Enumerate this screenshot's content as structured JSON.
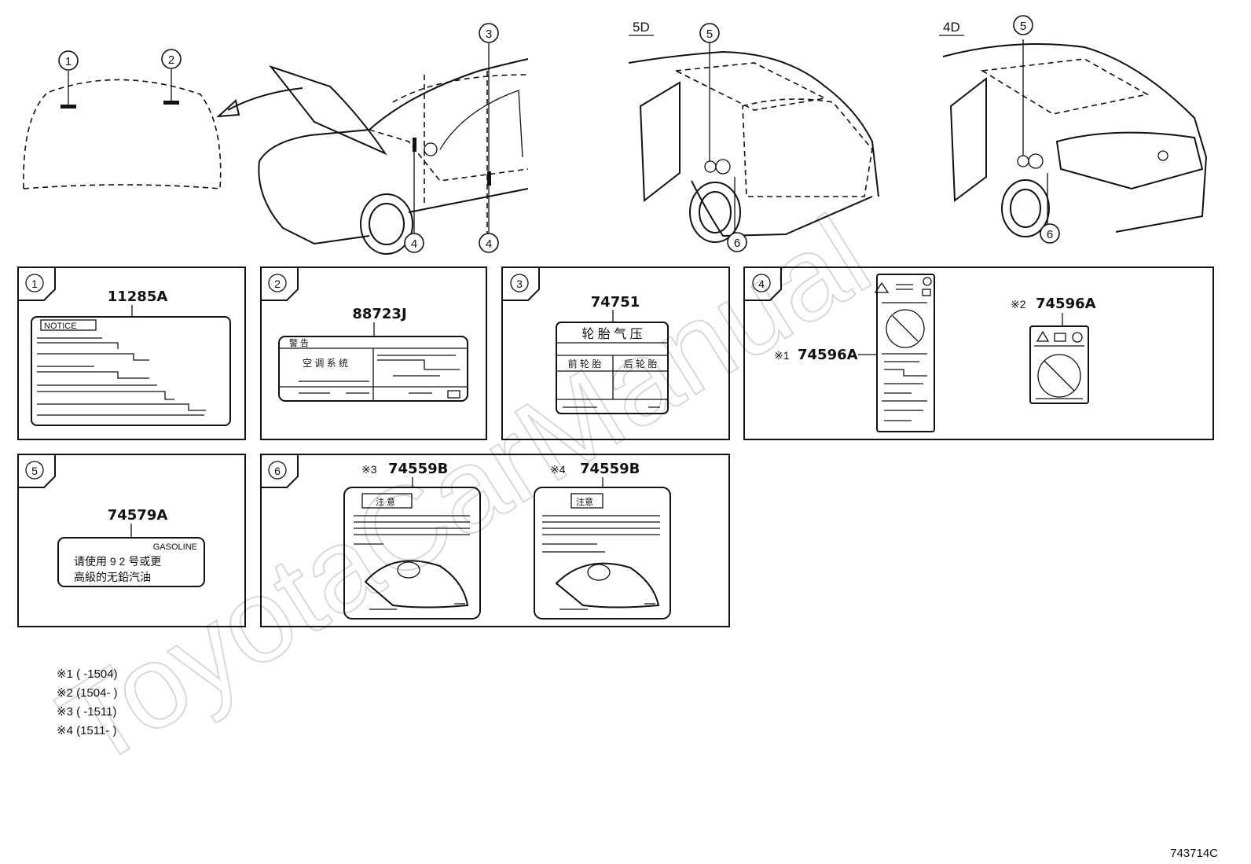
{
  "watermark": "ToyotaCarManual",
  "views": {
    "label_5d": "5D",
    "label_4d": "4D"
  },
  "callouts": [
    "1",
    "2",
    "3",
    "4",
    "5",
    "6"
  ],
  "panels": [
    {
      "num": "1",
      "part": "11285A",
      "notice": "NOTICE"
    },
    {
      "num": "2",
      "part": "88723J",
      "warning_title": "警 告",
      "system": "空 调 系 统"
    },
    {
      "num": "3",
      "part": "74751",
      "title": "轮 胎 气 压",
      "front": "前 轮 胎",
      "rear": "后 轮 胎"
    },
    {
      "num": "4",
      "part_1": "74596A",
      "mark_1": "※1",
      "part_2": "74596A",
      "mark_2": "※2"
    },
    {
      "num": "5",
      "part": "74579A",
      "fuel": "GASOLINE",
      "line1": "请使用 9 2 号或更",
      "line2": "高級的无鉛汽油"
    },
    {
      "num": "6",
      "part_3": "74559B",
      "mark_3": "※3",
      "title_3": "注 意",
      "part_4": "74559B",
      "mark_4": "※4",
      "title_4": "注意"
    }
  ],
  "notes": [
    "※1 (        -1504)",
    "※2 (1504-        )",
    "※3 (        -1511)",
    "※4 (1511-        )"
  ],
  "figure_code": "743714C"
}
